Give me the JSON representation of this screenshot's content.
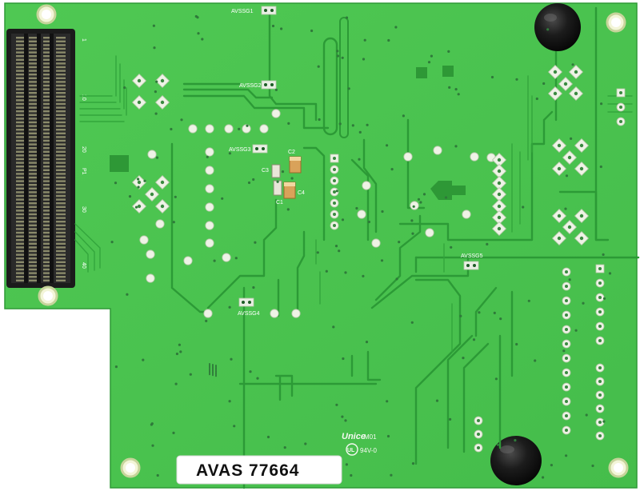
{
  "board": {
    "serial_label": "AVAS 77664",
    "manufacturer_mark": "Unice",
    "maker_code": "M01",
    "flammability_rating": "94V-0",
    "ul_mark": "UL",
    "connector_pin_labels": [
      "1",
      "10",
      "20",
      "P1",
      "30",
      "40"
    ],
    "test_points": [
      "AVSSG1",
      "AVSSG2",
      "AVSSG3",
      "AVSSG4",
      "AVSSG5"
    ],
    "capacitors": [
      "C2",
      "C3",
      "C4",
      "C1"
    ],
    "colors": {
      "solder_mask": "#49c34f",
      "solder_mask_light": "#5bd35e",
      "silkscreen": "#f4f8f0",
      "rubber_feet": "#151515"
    }
  }
}
